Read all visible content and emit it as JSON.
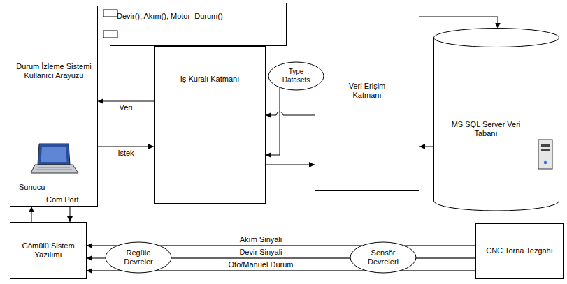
{
  "diagram": {
    "nodes": [
      {
        "text": [
          "Durum İzleme Sistemi Kullanıcı Arayüzü"
        ]
      },
      {
        "text": [
          "Devir(), Akım(), Motor_Durum()"
        ]
      },
      {
        "text": [
          "İş Kuralı Katmanı"
        ]
      },
      {
        "text": [
          "Type Datasets"
        ]
      },
      {
        "text": [
          "Veri Erişim Katmanı"
        ]
      },
      {
        "text": [
          "MS SQL Server Veri Tabanı"
        ]
      },
      {
        "text": [
          "Gömülü Sistem Yazılımı"
        ]
      },
      {
        "text": [
          "Regüle Devreler"
        ]
      },
      {
        "text": [
          "Sensör Devreleri"
        ]
      },
      {
        "text": [
          "CNC Torna Tezgahı"
        ]
      }
    ],
    "edges": [
      {
        "from": 2,
        "to": 0,
        "arrow": "to",
        "label": "Veri"
      },
      {
        "from": 0,
        "to": 2,
        "arrow": "to",
        "label": "İstek"
      },
      {
        "from": 4,
        "to": 3,
        "arrow": "to"
      },
      {
        "from": 3,
        "to": 2,
        "arrow": "to"
      },
      {
        "from": 4,
        "to": 2,
        "arrow": "to"
      },
      {
        "from": 2,
        "to": 4,
        "arrow": "to"
      },
      {
        "from": 4,
        "to": 5,
        "arrow": "to"
      },
      {
        "from": 5,
        "to": 4,
        "arrow": "to"
      },
      {
        "from": 6,
        "to": 0,
        "arrow": "to"
      },
      {
        "from": 0,
        "to": 6,
        "arrow": "to"
      },
      {
        "from": 9,
        "to": 8,
        "arrow": "none"
      },
      {
        "from": 9,
        "to": 8,
        "arrow": "none"
      },
      {
        "from": 9,
        "to": 8,
        "arrow": "none"
      },
      {
        "from": 8,
        "to": 7,
        "arrow": "none",
        "label": "Akım Sinyali"
      },
      {
        "from": 8,
        "to": 7,
        "arrow": "none",
        "label": "Devir Sinyali"
      },
      {
        "from": 8,
        "to": 7,
        "arrow": "none",
        "label": "Oto/Manuel Durum"
      },
      {
        "from": 7,
        "to": 6,
        "arrow": "to"
      },
      {
        "from": 7,
        "to": 6,
        "arrow": "to"
      },
      {
        "from": 7,
        "to": 6,
        "arrow": "to"
      }
    ],
    "labels": [
      "Sunucu",
      "Com Port"
    ]
  }
}
